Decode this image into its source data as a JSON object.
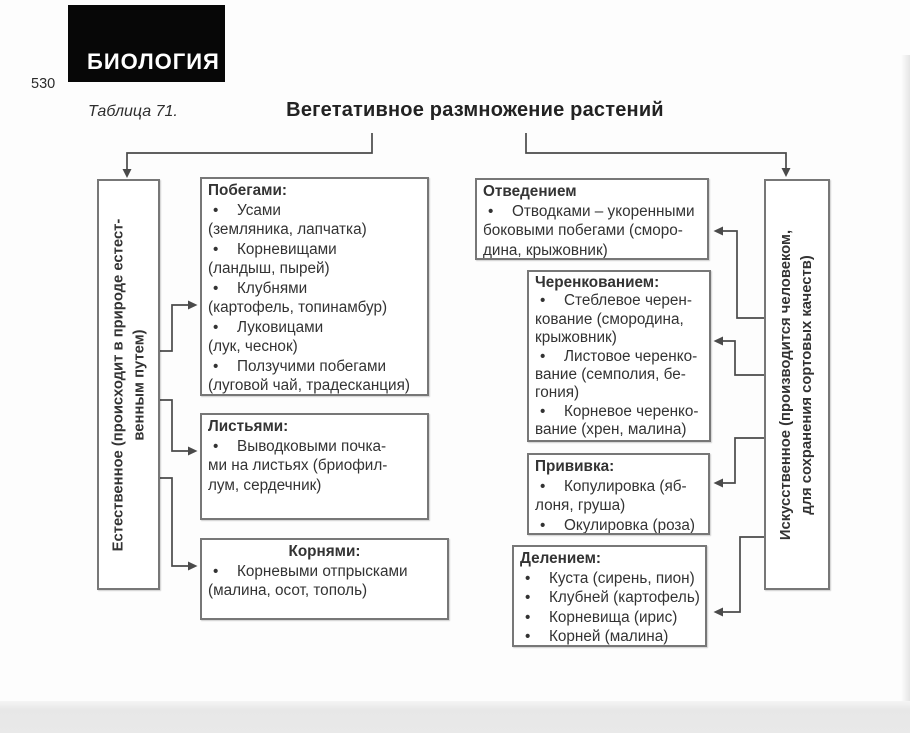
{
  "page": {
    "logo_text": "БИОЛОГИЯ",
    "page_number": "530",
    "table_caption": "Таблица 71.",
    "title": "Вегетативное размножение растений"
  },
  "natural": {
    "label_lines": [
      "Естественное (происходит в природе естест-",
      "венным путем)"
    ],
    "boxes": [
      {
        "key": "shoots",
        "heading": "Побегами:",
        "heading_align": "left",
        "lines": [
          {
            "t": "bullet",
            "text": "Усами"
          },
          {
            "t": "plain",
            "text": "(земляника, лапчатка)"
          },
          {
            "t": "bullet",
            "text": "Корневищами"
          },
          {
            "t": "plain",
            "text": "(ландыш, пырей)"
          },
          {
            "t": "bullet",
            "text": "Клубнями"
          },
          {
            "t": "plain",
            "text": "(картофель, топинамбур)"
          },
          {
            "t": "bullet",
            "text": "Луковицами"
          },
          {
            "t": "plain",
            "text": "(лук, чеснок)"
          },
          {
            "t": "bullet",
            "text": "Ползучими побегами"
          },
          {
            "t": "plain",
            "text": "(луговой чай, традесканция)"
          }
        ]
      },
      {
        "key": "leaves",
        "heading": "Листьями:",
        "heading_align": "left",
        "lines": [
          {
            "t": "bullet",
            "text": "Выводковыми почка-"
          },
          {
            "t": "plain",
            "text": "ми на листьях (бриофил-"
          },
          {
            "t": "plain",
            "text": "лум, сердечник)"
          }
        ]
      },
      {
        "key": "roots",
        "heading": "Корнями:",
        "heading_align": "center",
        "lines": [
          {
            "t": "bullet",
            "text": "Корневыми отпрысками"
          },
          {
            "t": "plain",
            "text": "(малина, осот, тополь)"
          }
        ]
      }
    ]
  },
  "artificial": {
    "label_lines": [
      "Искусственное (производится человеком,",
      "для сохранения сортовых качеств)"
    ],
    "boxes": [
      {
        "key": "layering",
        "heading": "Отведением",
        "heading_align": "left",
        "lines": [
          {
            "t": "bullet",
            "text": "Отводками – укоренными"
          },
          {
            "t": "plain",
            "text": "боковыми побегами (сморо-"
          },
          {
            "t": "plain",
            "text": "дина, крыжовник)"
          }
        ]
      },
      {
        "key": "cuttings",
        "heading": "Черенкованием:",
        "heading_align": "left",
        "lines": [
          {
            "t": "bullet",
            "text": "Стеблевое черен-"
          },
          {
            "t": "plain",
            "text": "кование (смородина,"
          },
          {
            "t": "plain",
            "text": "крыжовник)"
          },
          {
            "t": "bullet",
            "text": "Листовое черенко-"
          },
          {
            "t": "plain",
            "text": "вание (семполия, бе-"
          },
          {
            "t": "plain",
            "text": "гония)"
          },
          {
            "t": "bullet",
            "text": "Корневое черенко-"
          },
          {
            "t": "plain",
            "text": "вание (хрен, малина)"
          }
        ]
      },
      {
        "key": "grafting",
        "heading": "Прививка:",
        "heading_align": "left",
        "lines": [
          {
            "t": "bullet",
            "text": "Копулировка (яб-"
          },
          {
            "t": "plain",
            "text": "лоня, груша)"
          },
          {
            "t": "bullet",
            "text": "Окулировка (роза)"
          }
        ]
      },
      {
        "key": "division",
        "heading": "Делением:",
        "heading_align": "left",
        "lines": [
          {
            "t": "bullet",
            "text": "Куста (сирень, пион)"
          },
          {
            "t": "bullet",
            "text": "Клубней (картофель)"
          },
          {
            "t": "bullet",
            "text": "Корневища (ирис)"
          },
          {
            "t": "bullet",
            "text": "Корней (малина)"
          }
        ]
      }
    ]
  },
  "colors": {
    "text": "#333333",
    "box_border": "#777777",
    "connector_line": "#4a4a4a",
    "logo_bg": "#070707",
    "logo_text": "#ffffff",
    "page_bg": "#fdfdfd",
    "scan_edge": "#e9e9e9"
  }
}
